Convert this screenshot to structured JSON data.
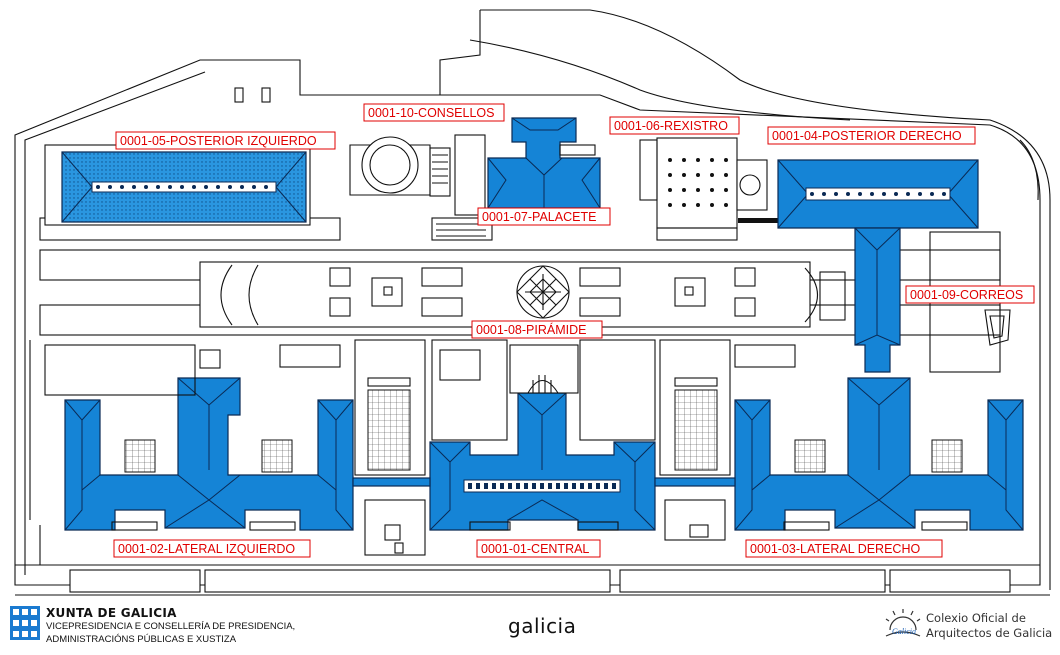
{
  "map": {
    "labels": {
      "central": "0001-01-CENTRAL",
      "lateral_izquierdo": "0001-02-LATERAL IZQUIERDO",
      "lateral_derecho": "0001-03-LATERAL DERECHO",
      "posterior_derecho": "0001-04-POSTERIOR DERECHO",
      "posterior_izquierdo": "0001-05-POSTERIOR IZQUIERDO",
      "rexistro": "0001-06-REXISTRO",
      "palacete": "0001-07-PALACETE",
      "piramide": "0001-08-PIRÁMIDE",
      "correos": "0001-09-CORREOS",
      "consellos": "0001-10-CONSELLOS"
    },
    "colors": {
      "building_fill": "#1584d6",
      "label_text": "#e00000",
      "outline": "#111111"
    }
  },
  "footer": {
    "xunta_title": "XUNTA DE GALICIA",
    "xunta_line1": "VICEPRESIDENCIA E CONSELLERÍA DE PRESIDENCIA,",
    "xunta_line2": "ADMINISTRACIÓNS PÚBLICAS E XUSTIZA",
    "galicia_brand": "galicia",
    "coag_line1": "Colexio Oficial de",
    "coag_line2": "Arquitectos de Galicia",
    "coag_logo_text": "Galicia"
  }
}
